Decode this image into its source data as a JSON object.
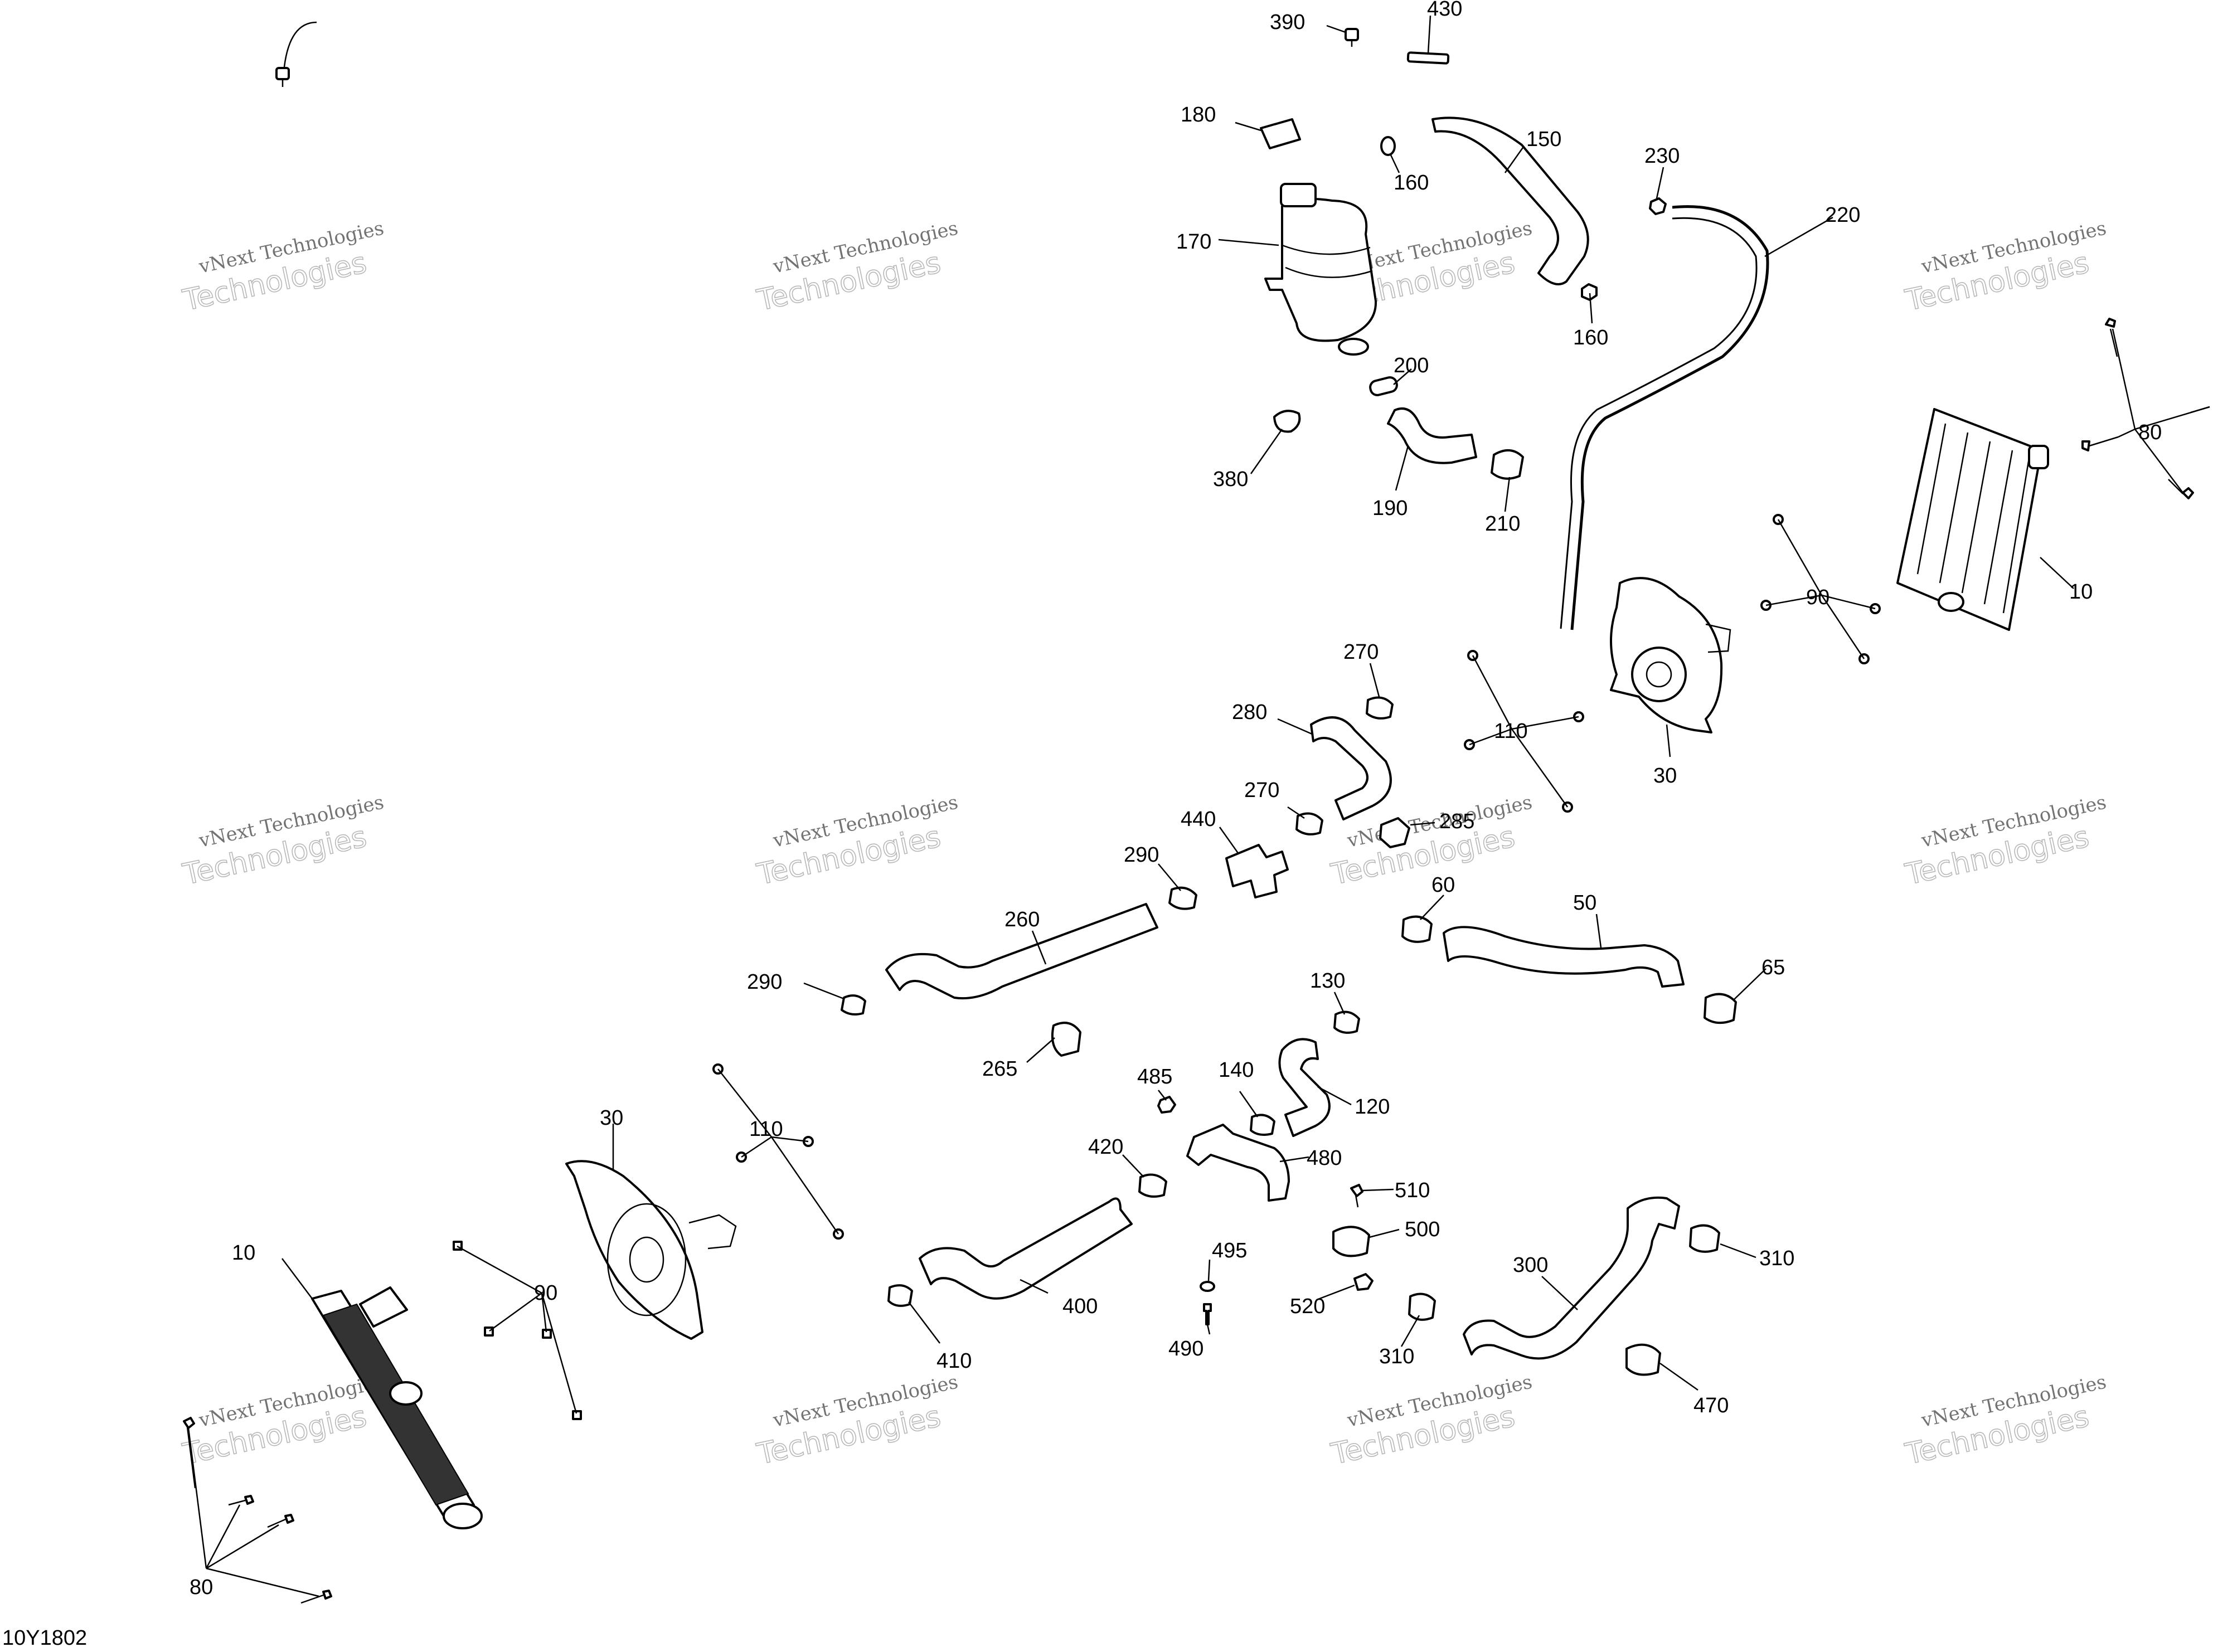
{
  "document_code": "10Y1802",
  "watermark": {
    "line1": "vNext Technologies",
    "line2": "Technologies"
  },
  "callouts": [
    {
      "id": "390",
      "text": "390"
    },
    {
      "id": "430",
      "text": "430"
    },
    {
      "id": "180",
      "text": "180"
    },
    {
      "id": "150",
      "text": "150"
    },
    {
      "id": "160a",
      "text": "160"
    },
    {
      "id": "230",
      "text": "230"
    },
    {
      "id": "220",
      "text": "220"
    },
    {
      "id": "170",
      "text": "170"
    },
    {
      "id": "160b",
      "text": "160"
    },
    {
      "id": "200",
      "text": "200"
    },
    {
      "id": "380",
      "text": "380"
    },
    {
      "id": "190",
      "text": "190"
    },
    {
      "id": "210",
      "text": "210"
    },
    {
      "id": "80a",
      "text": "80"
    },
    {
      "id": "10a",
      "text": "10"
    },
    {
      "id": "90a",
      "text": "90"
    },
    {
      "id": "270a",
      "text": "270"
    },
    {
      "id": "110a",
      "text": "110"
    },
    {
      "id": "280",
      "text": "280"
    },
    {
      "id": "30a",
      "text": "30"
    },
    {
      "id": "270b",
      "text": "270"
    },
    {
      "id": "440",
      "text": "440"
    },
    {
      "id": "285",
      "text": "285"
    },
    {
      "id": "290a",
      "text": "290"
    },
    {
      "id": "60",
      "text": "60"
    },
    {
      "id": "260",
      "text": "260"
    },
    {
      "id": "50",
      "text": "50"
    },
    {
      "id": "290b",
      "text": "290"
    },
    {
      "id": "65",
      "text": "65"
    },
    {
      "id": "130",
      "text": "130"
    },
    {
      "id": "265",
      "text": "265"
    },
    {
      "id": "485",
      "text": "485"
    },
    {
      "id": "140",
      "text": "140"
    },
    {
      "id": "120",
      "text": "120"
    },
    {
      "id": "30b",
      "text": "30"
    },
    {
      "id": "110b",
      "text": "110"
    },
    {
      "id": "420",
      "text": "420"
    },
    {
      "id": "480",
      "text": "480"
    },
    {
      "id": "510",
      "text": "510"
    },
    {
      "id": "10b",
      "text": "10"
    },
    {
      "id": "500",
      "text": "500"
    },
    {
      "id": "495",
      "text": "495"
    },
    {
      "id": "90b",
      "text": "90"
    },
    {
      "id": "300",
      "text": "300"
    },
    {
      "id": "310a",
      "text": "310"
    },
    {
      "id": "400",
      "text": "400"
    },
    {
      "id": "520",
      "text": "520"
    },
    {
      "id": "490",
      "text": "490"
    },
    {
      "id": "410",
      "text": "410"
    },
    {
      "id": "310b",
      "text": "310"
    },
    {
      "id": "470",
      "text": "470"
    },
    {
      "id": "80b",
      "text": "80"
    }
  ]
}
